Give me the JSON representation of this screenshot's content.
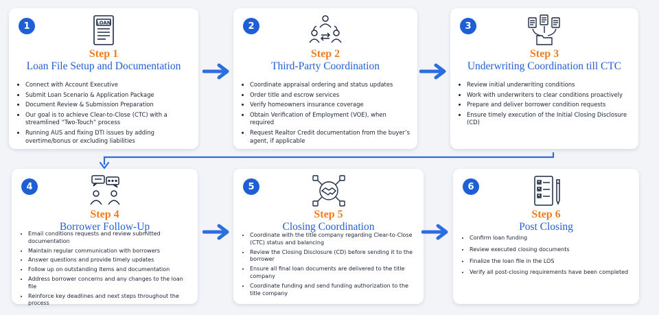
{
  "steps": [
    {
      "number": "1",
      "step_label": "Step 1",
      "title": "Loan File Setup and Documentation",
      "icon": "loan-document-icon",
      "items": [
        "Connect with Account Executive",
        "Submit Loan Scenario & Application Package",
        "Document Review & Submission Preparation",
        "Our goal is to achieve Clear-to-Close (CTC) with a streamlined “Two-Touch” process",
        "Running AUS and fixing DTI issues by adding overtime/bonus or excluding liabilities"
      ]
    },
    {
      "number": "2",
      "step_label": "Step 2",
      "title": "Third-Party Coordination",
      "icon": "people-coordination-icon",
      "items": [
        "Coordinate appraisal ordering and status updates",
        "Order title and escrow services",
        "Verify homeowners insurance coverage",
        "Obtain Verification of Employment (VOE), when required",
        "Request Realtor Credit documentation from the buyer’s agent, if applicable"
      ]
    },
    {
      "number": "3",
      "step_label": "Step 3",
      "title": "Underwriting Coordination till CTC",
      "icon": "documents-folder-icon",
      "items": [
        "Review initial underwriting conditions",
        "Work with underwriters to clear conditions proactively",
        "Prepare and deliver borrower condition requests",
        "Ensure timely execution of the Initial Closing Disclosure (CD)"
      ]
    },
    {
      "number": "4",
      "step_label": "Step 4",
      "title": "Borrower Follow-Up",
      "icon": "conversation-icon",
      "items": [
        "Email conditions requests and review submitted documentation",
        "Maintain regular communication with borrowers",
        "Answer questions and provide timely updates",
        "Follow up on outstanding items and documentation",
        "Address borrower concerns and any changes to the loan file",
        "Reinforce key deadlines and next steps throughout the process"
      ]
    },
    {
      "number": "5",
      "step_label": "Step 5",
      "title": "Closing Coordination",
      "icon": "handshake-network-icon",
      "items": [
        "Coordinate with the title company regarding Clear-to-Close (CTC) status and balancing",
        "Review the Closing Disclosure (CD) before sending it to the borrower",
        "Ensure all final loan documents are delivered to the title company",
        "Coordinate funding and send funding authorization to the title company"
      ]
    },
    {
      "number": "6",
      "step_label": "Step 6",
      "title": "Post Closing",
      "icon": "checklist-icon",
      "items": [
        "Confirm loan funding",
        "Review executed closing documents",
        "Finalize the loan file in the LOS",
        "Verify all post-closing requirements have been completed"
      ]
    }
  ],
  "icon_text": {
    "loan": "LOAN"
  },
  "colors": {
    "accent_blue": "#1f5fd6",
    "step_orange": "#f07c1e",
    "text_dark": "#1a2233"
  }
}
